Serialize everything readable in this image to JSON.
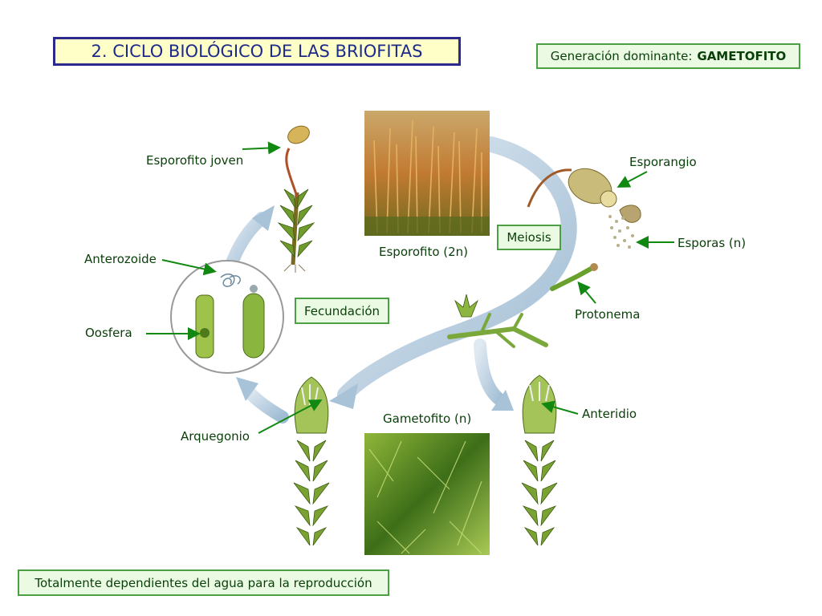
{
  "title": "2. CICLO BIOLÓGICO DE LAS BRIOFITAS",
  "dominant": {
    "prefix": "Generación dominante:",
    "value": "GAMETOFITO"
  },
  "stages": {
    "meiosis": "Meiosis",
    "fecundacion": "Fecundación"
  },
  "note": "Totalmente dependientes del agua para la reproducción",
  "labels": {
    "esporofito_joven": "Esporofito joven",
    "esporofito_2n": "Esporofito (2n)",
    "esporangio": "Esporangio",
    "esporas": "Esporas (n)",
    "anterozoide": "Anterozoide",
    "oosfera": "Oosfera",
    "protonema": "Protonema",
    "anteridio": "Anteridio",
    "arquegonio": "Arquegonio",
    "gametofito_n": "Gametofito (n)"
  },
  "colors": {
    "title_border": "#2a2a8c",
    "title_bg": "#ffffc8",
    "box_border": "#4aa043",
    "box_bg": "#ebfbe3",
    "label_text": "#083e08",
    "pointer_arrow": "#118811",
    "cycle_arrow": "#b4cde0"
  }
}
